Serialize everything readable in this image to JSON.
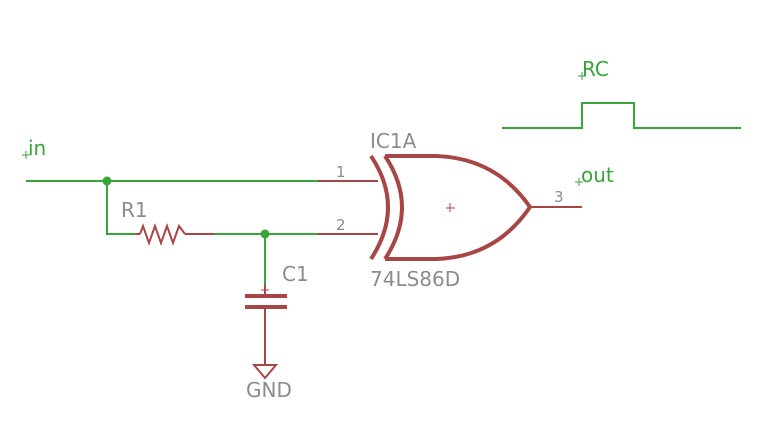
{
  "labels": {
    "input_net": "in",
    "output_net": "out",
    "rc_label": "RC",
    "resistor": "R1",
    "capacitor": "C1",
    "gate_name": "IC1A",
    "gate_value": "74LS86D",
    "ground": "GND",
    "pin1": "1",
    "pin2": "2",
    "pin3": "3"
  },
  "colors": {
    "wire": "#3aa33a",
    "component": "#a64646",
    "label_text": "#8c8c8c"
  }
}
